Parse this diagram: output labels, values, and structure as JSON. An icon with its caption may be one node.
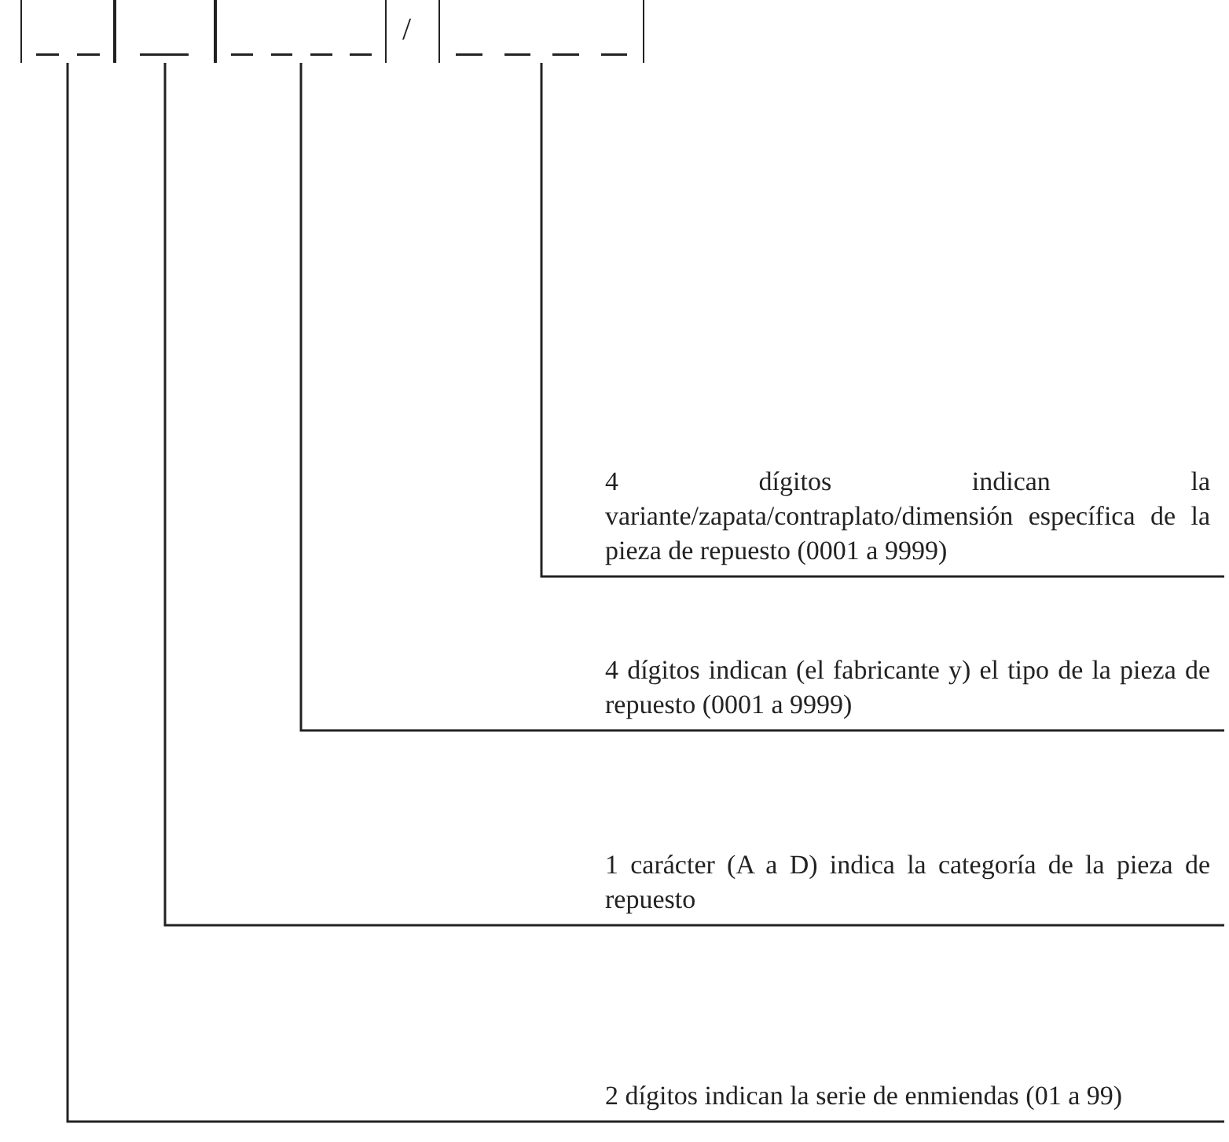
{
  "diagram": {
    "nodes": [
      {
        "text": [],
        "shape": "box"
      },
      {
        "text": [],
        "shape": "box"
      },
      {
        "text": [],
        "shape": "box"
      },
      {
        "text": [],
        "shape": "box"
      },
      {
        "text": [
          "4 dígitos indican la variante/zapata/contraplato/dimensión específica de la pieza de repuesto (0001 a 9999)"
        ]
      },
      {
        "text": [
          "4 dígitos indican (el fabricante y) el tipo de la pieza de repuesto (0001 a 9999)"
        ]
      },
      {
        "text": [
          "1 carácter (A a D) indica la categoría de la pieza de repuesto"
        ]
      },
      {
        "text": [
          "2 dígitos indican la serie de enmiendas (01 a 99)"
        ]
      }
    ],
    "edges": [
      {
        "from": 4,
        "to": 3,
        "arrow": "none"
      },
      {
        "from": 5,
        "to": 2,
        "arrow": "none"
      },
      {
        "from": 6,
        "to": 1,
        "arrow": "none"
      },
      {
        "from": 7,
        "to": 0,
        "arrow": "none"
      }
    ],
    "labels": [
      "/"
    ]
  }
}
